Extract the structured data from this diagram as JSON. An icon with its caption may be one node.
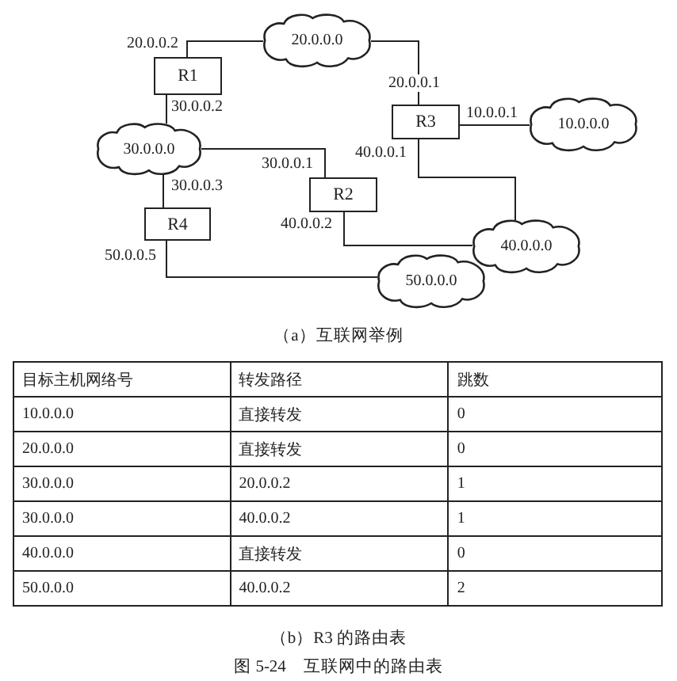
{
  "diagram": {
    "caption": "图 5-24　互联网中的路由表",
    "nodes": [
      {
        "text": [
          "20.0.0.0"
        ]
      },
      {
        "text": [
          "R1"
        ]
      },
      {
        "text": [
          "R3"
        ]
      },
      {
        "text": [
          "10.0.0.0"
        ]
      },
      {
        "text": [
          "30.0.0.0"
        ]
      },
      {
        "text": [
          "R2"
        ]
      },
      {
        "text": [
          "R4"
        ]
      },
      {
        "text": [
          "40.0.0.0"
        ]
      },
      {
        "text": [
          "50.0.0.0"
        ]
      }
    ],
    "edges": [
      {
        "from": 1,
        "to": 0,
        "arrow": "none",
        "label": "20.0.0.2"
      },
      {
        "from": 1,
        "to": 4,
        "arrow": "none",
        "label": "30.0.0.2"
      },
      {
        "from": 2,
        "to": 0,
        "arrow": "none",
        "label": "20.0.0.1"
      },
      {
        "from": 2,
        "to": 3,
        "arrow": "none",
        "label": "10.0.0.1"
      },
      {
        "from": 2,
        "to": 7,
        "arrow": "none",
        "label": "40.0.0.1"
      },
      {
        "from": 4,
        "to": 5,
        "arrow": "none",
        "label": "30.0.0.1"
      },
      {
        "from": 4,
        "to": 6,
        "arrow": "none",
        "label": "30.0.0.3"
      },
      {
        "from": 5,
        "to": 7,
        "arrow": "none",
        "label": "40.0.0.2"
      },
      {
        "from": 6,
        "to": 8,
        "arrow": "none",
        "label": "50.0.0.5"
      }
    ],
    "labels": [
      "（a）互联网举例",
      "目标主机网络号",
      "转发路径",
      "跳数",
      "10.0.0.0",
      "直接转发",
      "0",
      "20.0.0.0",
      "直接转发",
      "0",
      "30.0.0.0",
      "20.0.0.2",
      "1",
      "30.0.0.0",
      "40.0.0.2",
      "1",
      "40.0.0.0",
      "直接转发",
      "0",
      "50.0.0.0",
      "40.0.0.2",
      "2",
      "（b）R3 的路由表"
    ]
  }
}
